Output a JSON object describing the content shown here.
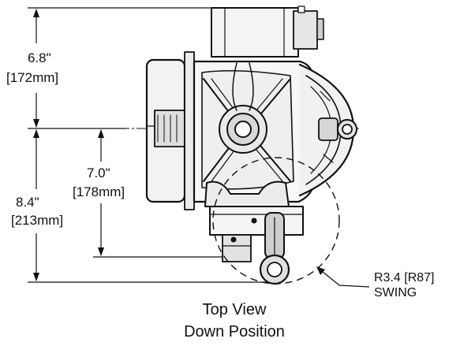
{
  "dimensions": {
    "upper": {
      "inches": "6.8\"",
      "metric": "[172mm]"
    },
    "lower": {
      "inches": "8.4\"",
      "metric": "[213mm]"
    },
    "inner": {
      "inches": "7.0\"",
      "metric": "[178mm]"
    }
  },
  "swing_callout": {
    "radius": "R3.4 [R87]",
    "label": "SWING"
  },
  "caption": {
    "line1": "Top View",
    "line2": "Down Position"
  }
}
